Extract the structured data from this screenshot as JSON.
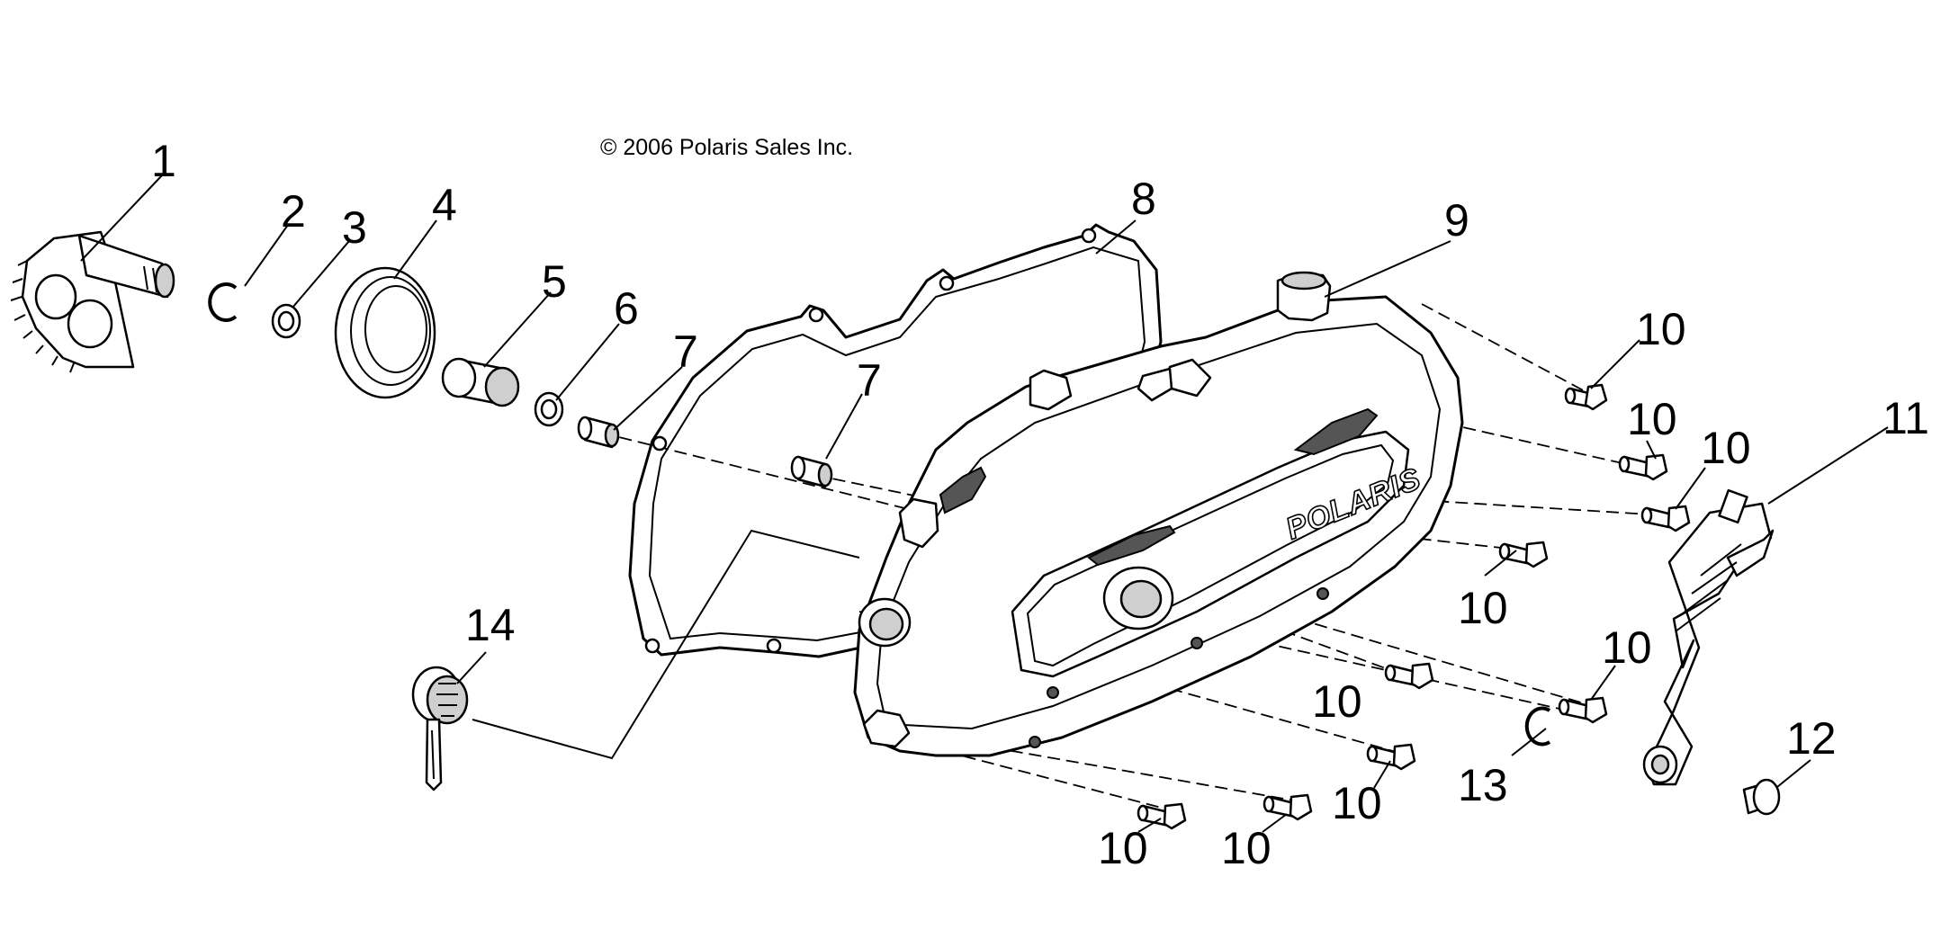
{
  "copyright": "© 2006 Polaris Sales Inc.",
  "brand_mark": "POLARIS",
  "callouts": {
    "c1": "1",
    "c2": "2",
    "c3": "3",
    "c4": "4",
    "c5": "5",
    "c6": "6",
    "c7a": "7",
    "c7b": "7",
    "c8": "8",
    "c9": "9",
    "c10a": "10",
    "c10b": "10",
    "c10c": "10",
    "c10d": "10",
    "c10e": "10",
    "c10f": "10",
    "c10g": "10",
    "c10h": "10",
    "c10i": "10",
    "c11": "11",
    "c12": "12",
    "c13": "13",
    "c14": "14"
  }
}
